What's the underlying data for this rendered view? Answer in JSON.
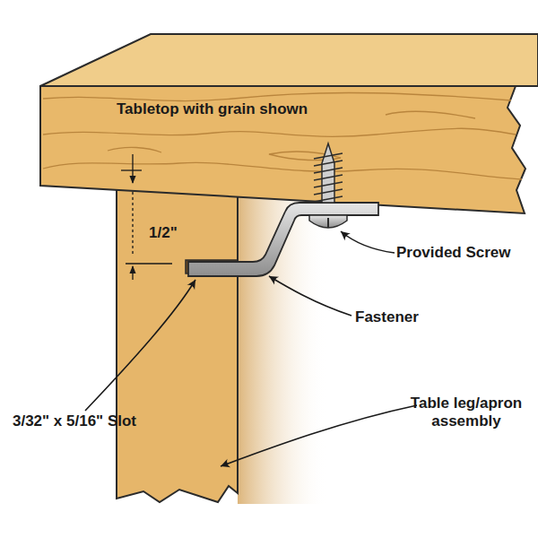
{
  "diagram": {
    "nodes": [
      {
        "text": [
          "Tabletop with grain shown"
        ]
      }
    ],
    "labels": [
      "1/2\"",
      "Provided Screw",
      "Fastener",
      "3/32\" x 5/16\" Slot",
      "Table leg/apron assembly"
    ]
  }
}
